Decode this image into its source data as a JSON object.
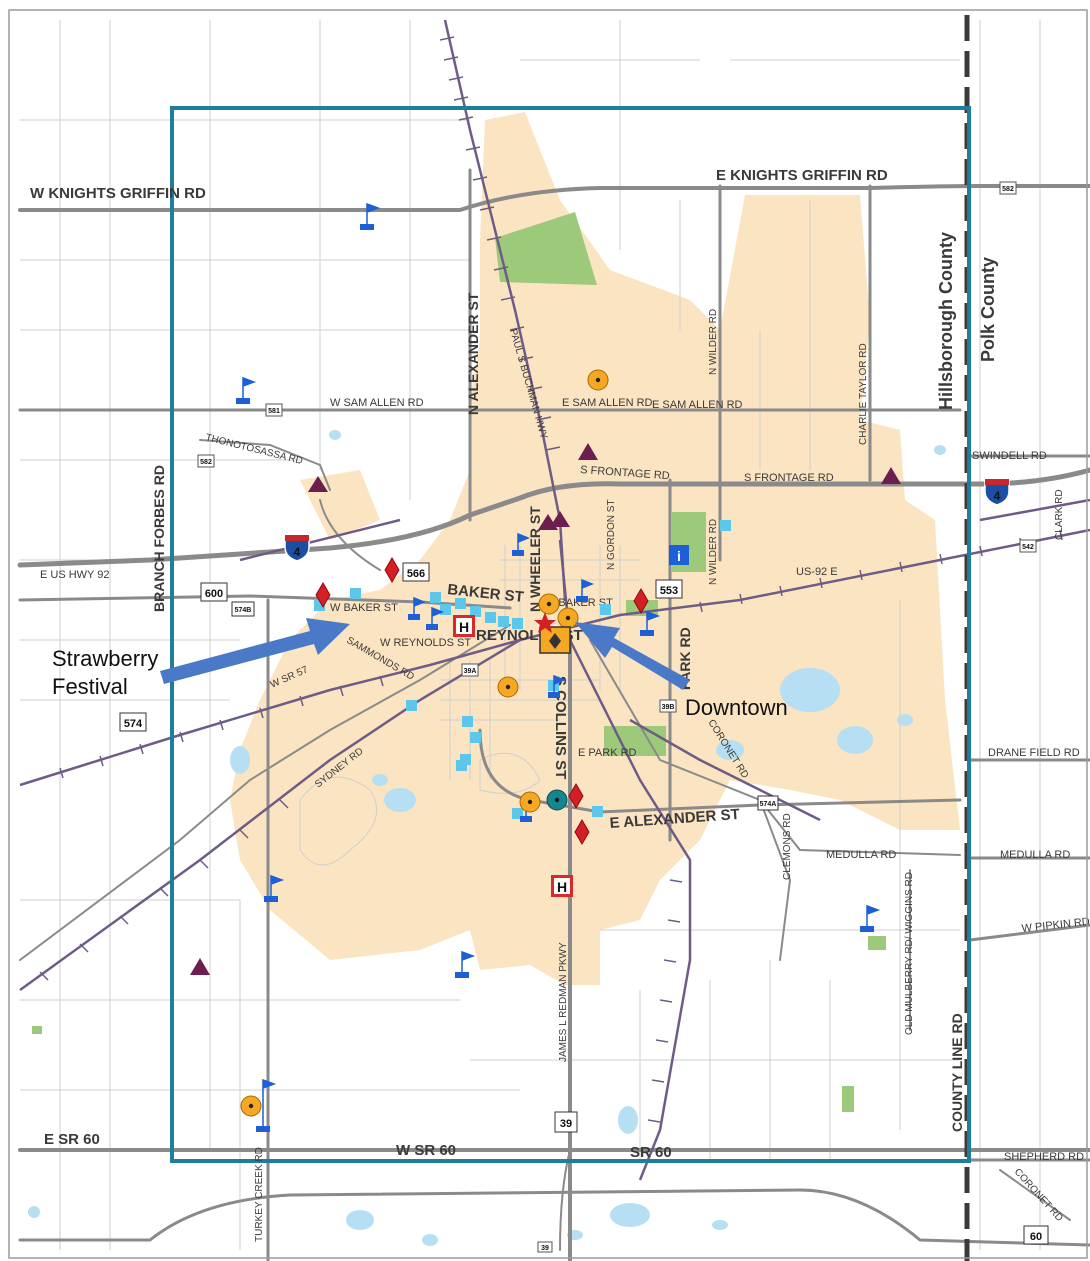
{
  "roads": {
    "w_knights_griffin": "W KNIGHTS GRIFFIN RD",
    "e_knights_griffin": "E KNIGHTS GRIFFIN RD",
    "n_alexander": "N ALEXANDER ST",
    "paul_buchman": "PAUL S BUCHMAN HWY",
    "w_sam_allen": "W SAM ALLEN RD",
    "e_sam_allen_1": "E SAM ALLEN RD",
    "e_sam_allen_2": "E SAM ALLEN RD",
    "n_wilder_1": "N WILDER RD",
    "n_wilder_2": "N WILDER RD",
    "charlie_taylor": "CHARLIE TAYLOR RD",
    "thonotosassa": "THONOTOSASSA RD",
    "s_frontage_1": "S FRONTAGE RD",
    "s_frontage_2": "S FRONTAGE RD",
    "swindell": "SWINDELL RD",
    "branch_forbes": "BRANCH FORBES RD",
    "e_us_hwy_92": "E US HWY 92",
    "us_92_e": "US-92 E",
    "baker_st": "BAKER ST",
    "w_baker_st": "W BAKER ST",
    "e_baker_st": "E BAKER ST",
    "n_wheeler": "N WHEELER ST",
    "n_gordon": "N GORDON ST",
    "reynolds_st": "REYNOLDS ST",
    "w_reynolds": "W REYNOLDS ST",
    "sammonds": "SAMMONDS RD",
    "w_sr_57": "W SR 57",
    "park_rd": "PARK RD",
    "s_collins": "S COLLINS ST",
    "coronet_1": "CORONET RD",
    "coronet_2": "CORONET RD",
    "drane_field": "DRANE FIELD RD",
    "sydney": "SYDNEY RD",
    "e_park_rd": "E PARK RD",
    "e_alexander": "E ALEXANDER ST",
    "clemons": "CLEMONS RD",
    "medulla_1": "MEDULLA RD",
    "medulla_2": "MEDULLA RD",
    "wiggins": "OLD MULBERRY RD/ WIGGINS RD",
    "w_pipkin": "W PIPKIN RD",
    "redman": "JAMES L REDMAN PKWY",
    "county_line": "COUNTY LINE RD",
    "turkey_creek": "TURKEY CREEK RD",
    "e_sr_60": "E SR 60",
    "w_sr_60": "W SR 60",
    "sr_60": "SR 60",
    "shepherd": "SHEPHERD RD",
    "clark": "CLARK RD"
  },
  "counties": {
    "hillsborough": "Hillsborough County",
    "polk": "Polk County"
  },
  "shields": {
    "s582_ne": "582",
    "s582_w": "582",
    "s581": "581",
    "i4_w": "4",
    "i4_e": "4",
    "s566": "566",
    "s600": "600",
    "s574b": "574B",
    "s553": "553",
    "s574": "574",
    "s39a": "39A",
    "s39b": "39B",
    "s574a": "574A",
    "s542": "542",
    "s39": "39",
    "s39_s": "39",
    "s60": "60"
  },
  "annotations": {
    "festival_line1": "Strawberry",
    "festival_line2": "Festival",
    "downtown": "Downtown"
  },
  "colors": {
    "boundary": "#1f7f9a",
    "urban": "#fbe4c1",
    "park": "#9cc97a",
    "water": "#b6dff4",
    "rail": "#6e5c86",
    "road_major": "#8a8a8a",
    "annotation_arrow": "#4a7ac7",
    "hospital": "#d9292b",
    "school": "#f7a823",
    "triangle": "#6b1e4f",
    "diamond": "#d41f25",
    "flag": "#1c5fd6",
    "square": "#5cc7ea"
  }
}
